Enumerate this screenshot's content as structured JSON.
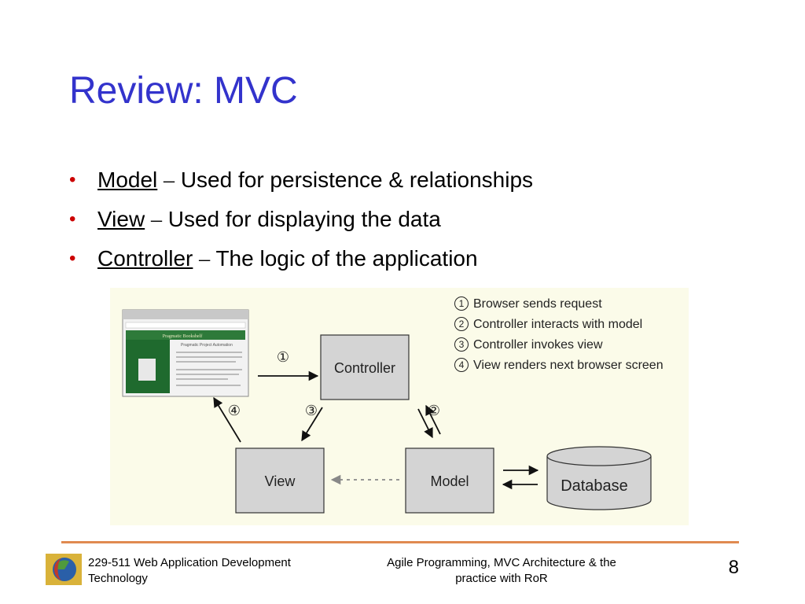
{
  "slide": {
    "title": "Review: MVC",
    "bullets": [
      {
        "term": "Model",
        "dash": "–",
        "desc": "Used for persistence & relationships"
      },
      {
        "term": "View",
        "dash": "–",
        "desc": "Used for displaying the data"
      },
      {
        "term": "Controller",
        "dash": "–",
        "desc": "The logic of the application"
      }
    ]
  },
  "diagram": {
    "nodes": {
      "controller": "Controller",
      "view": "View",
      "model": "Model",
      "database": "Database"
    },
    "step_markers": [
      "①",
      "②",
      "③",
      "④"
    ],
    "steps": [
      {
        "num": "1",
        "text": "Browser sends request"
      },
      {
        "num": "2",
        "text": "Controller interacts with model"
      },
      {
        "num": "3",
        "text": "Controller invokes view"
      },
      {
        "num": "4",
        "text": "View renders next browser screen"
      }
    ],
    "browser_screenshot": {
      "banner": "Pragmatic Bookshelf",
      "heading": "Pragmatic Project Automation"
    }
  },
  "footer": {
    "left_line1": "229-511 Web Application Development",
    "left_line2": "Technology",
    "center_line1": "Agile Programming, MVC Architecture & the",
    "center_line2": "practice with RoR",
    "page_number": "8"
  },
  "colors": {
    "title": "#3333cc",
    "bullet": "#cc0000",
    "footer_rule": "#e08a50",
    "node_fill": "#d4d4d4",
    "panel_bg": "#fbfbe9"
  }
}
